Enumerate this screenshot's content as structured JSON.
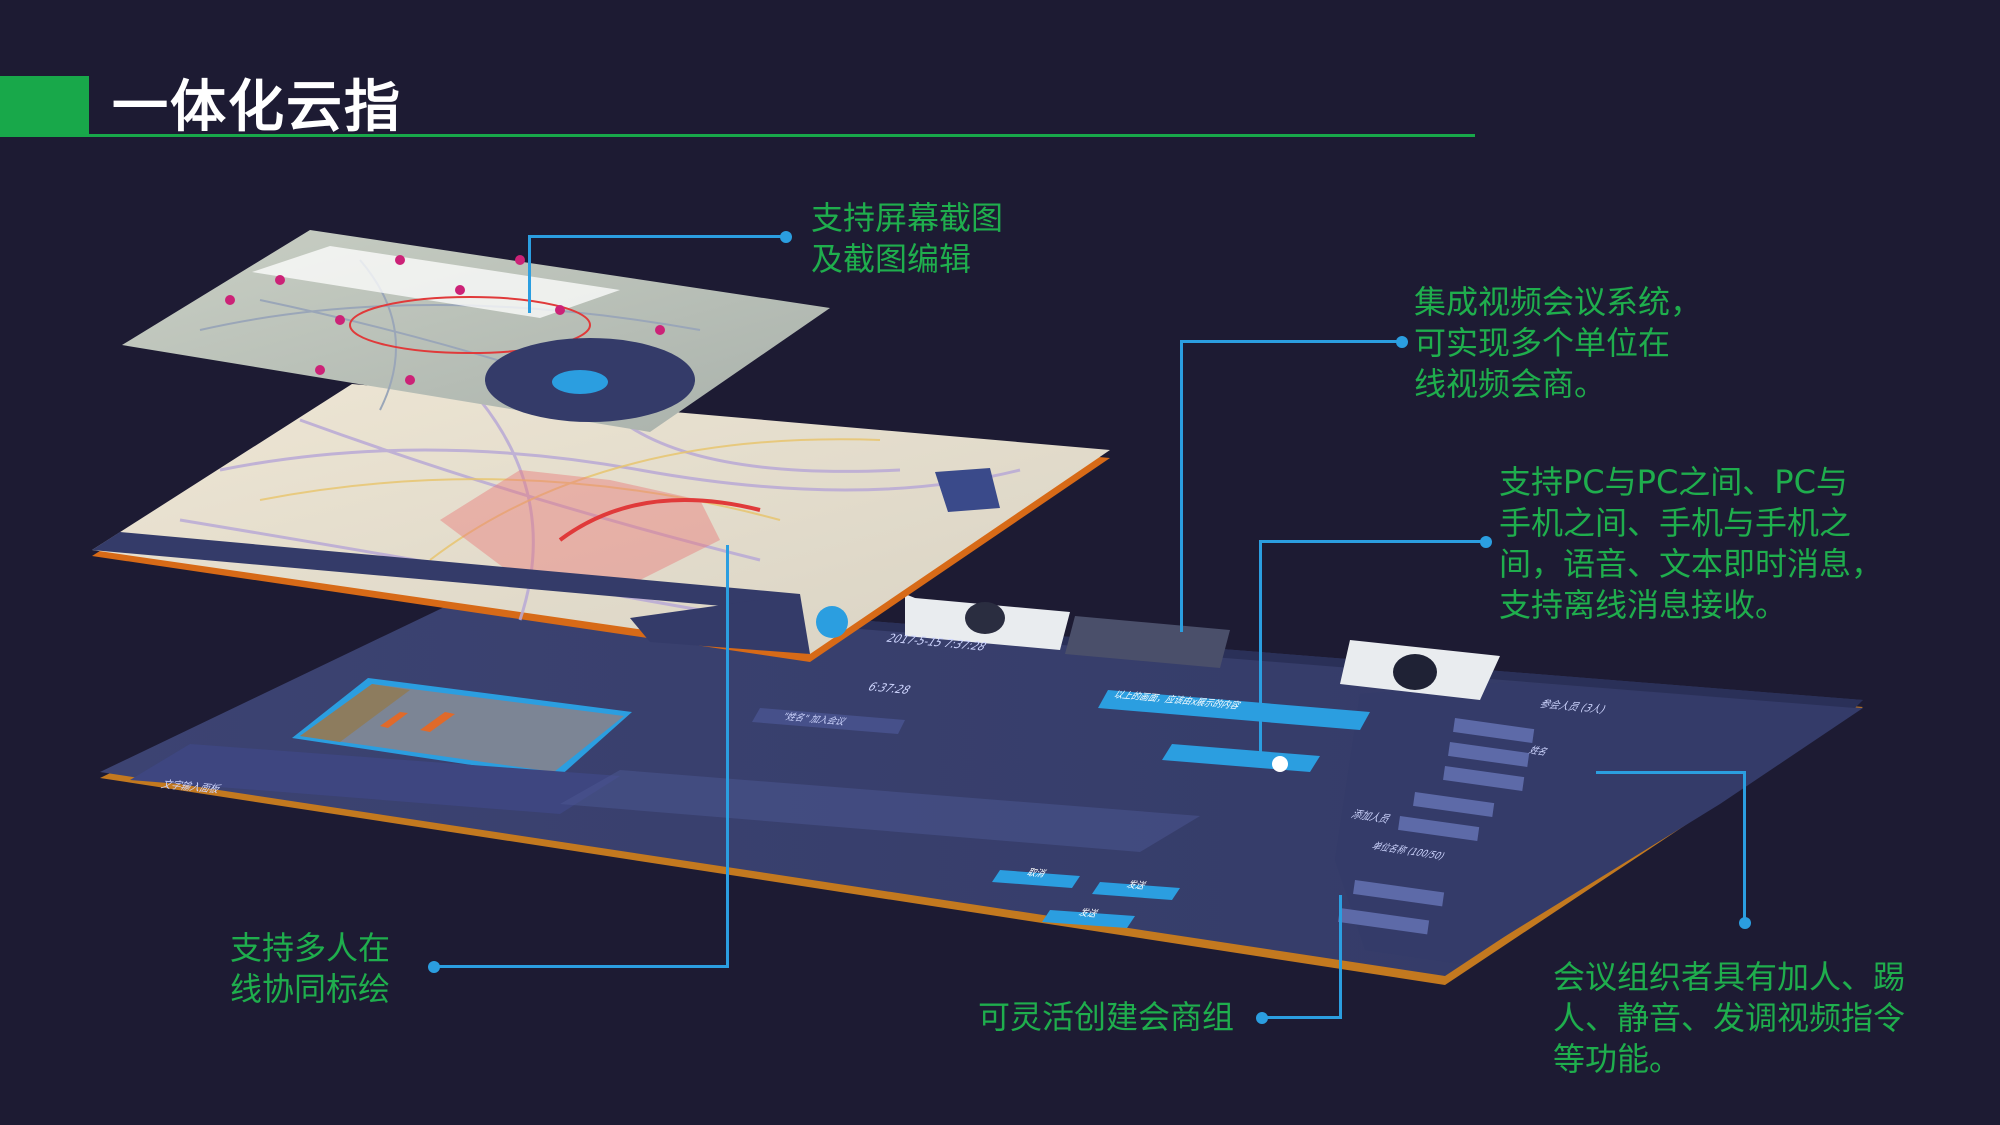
{
  "title": "一体化云指",
  "callouts": {
    "screenshot": [
      "支持屏幕截图",
      "及截图编辑"
    ],
    "video_conf": [
      "集成视频会议系统，",
      "可实现多个单位在",
      "线视频会商。"
    ],
    "messaging": [
      "支持PC与PC之间、PC与",
      "手机之间、手机与手机之",
      "间，语音、文本即时消息，",
      "支持离线消息接收。"
    ],
    "collab": [
      "支持多人在",
      "线协同标绘"
    ],
    "groups": [
      "可灵活创建会商组"
    ],
    "organizer": [
      "会议组织者具有加人、踢",
      "人、静音、发调视频指令",
      "等功能。"
    ]
  },
  "ui": {
    "timestamp": "2017-5-15  7:37:28",
    "time_divider": "6:37:28",
    "join_notice": "\"姓名\" 加入会议",
    "message_preview": "以上的画面，应该由x展示的内容",
    "participants_header": "参会人员  (3人)",
    "add_person": "添加人员",
    "unit_label": "单位名称 (100/50)",
    "text_input_placeholder": "文字输入面板",
    "name_label": "姓名",
    "close_label": "取消",
    "send_label": "发送",
    "confirm_label": "发送"
  },
  "colors": {
    "background": "#1d1b33",
    "accent_green": "#18a84a",
    "callout_text": "#1fae4d",
    "connector": "#2b9ee0",
    "panel": "#3a3f6e",
    "orange_edge": "#e08a1c"
  }
}
